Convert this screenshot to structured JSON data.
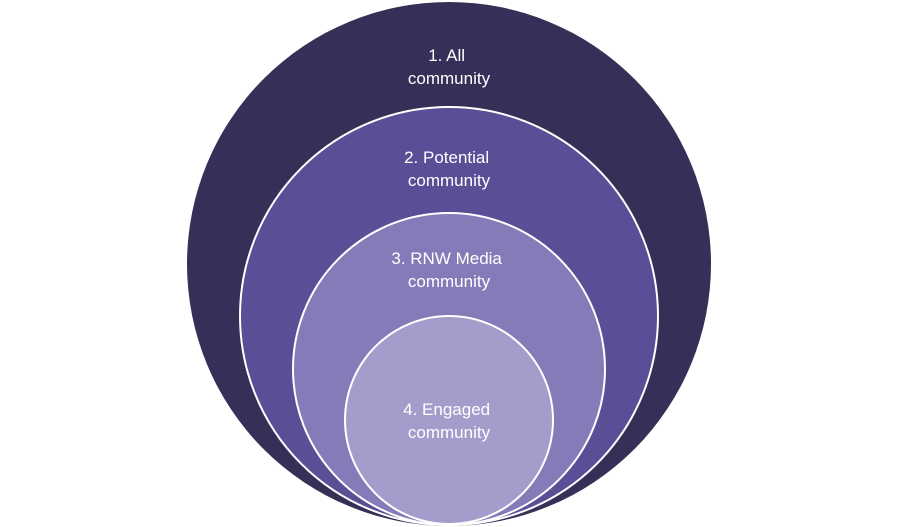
{
  "diagram": {
    "type": "nested-circles",
    "levels": [
      {
        "line1": "1. All",
        "line2": "community",
        "color": "#372f58"
      },
      {
        "line1": "2. Potential",
        "line2": "community",
        "color": "#5b4e96"
      },
      {
        "line1": "3. RNW Media",
        "line2": "community",
        "color": "#877ab8"
      },
      {
        "line1": "4. Engaged",
        "line2": "community",
        "color": "#a69ccb"
      }
    ],
    "outline_color": "#ffffff"
  }
}
